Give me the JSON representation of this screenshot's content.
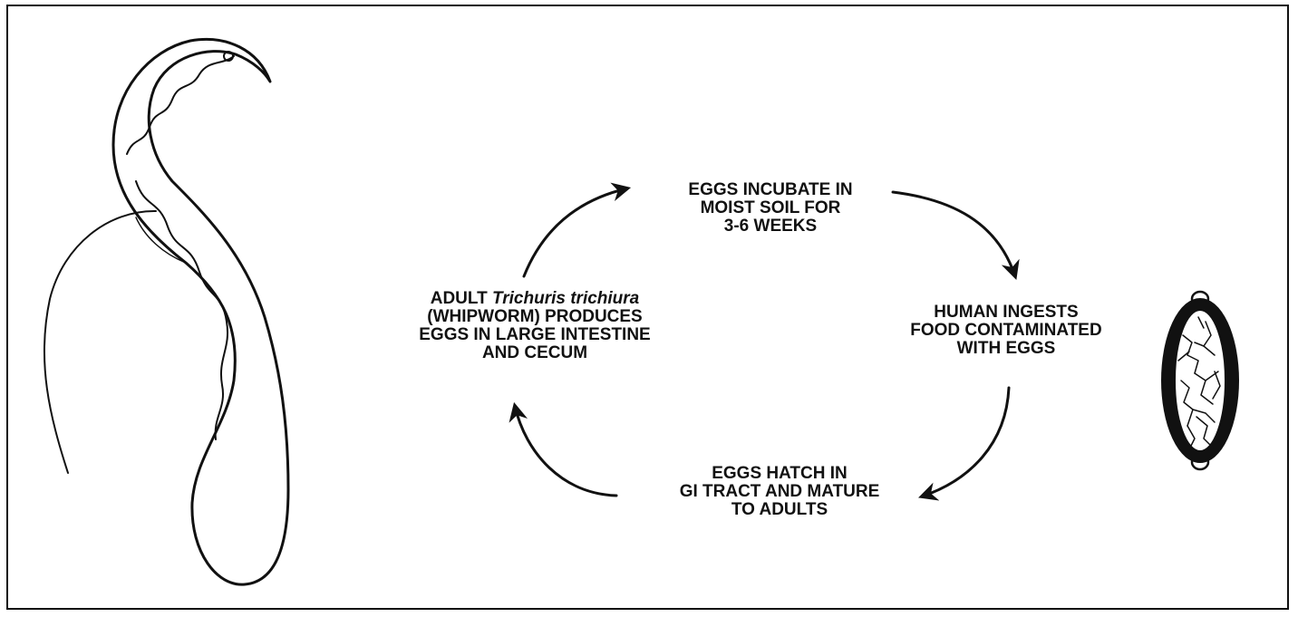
{
  "labels": {
    "top": {
      "line1": "EGGS INCUBATE IN",
      "line2": "MOIST SOIL FOR",
      "line3": "3-6 WEEKS"
    },
    "right": {
      "line1": "HUMAN INGESTS",
      "line2": "FOOD CONTAMINATED",
      "line3": "WITH EGGS"
    },
    "bottom": {
      "line1": "EGGS HATCH IN",
      "line2": "GI TRACT AND MATURE",
      "line3": "TO ADULTS"
    },
    "left": {
      "line1_prefix": "ADULT ",
      "line1_species": "Trichuris trichiura",
      "line2": "(WHIPWORM) PRODUCES",
      "line3": "EGGS IN LARGE INTESTINE",
      "line4": "AND CECUM"
    }
  },
  "colors": {
    "ink": "#111111",
    "background": "#ffffff"
  },
  "icons": {
    "worm": "whipworm-illustration",
    "egg": "whipworm-egg-illustration"
  }
}
